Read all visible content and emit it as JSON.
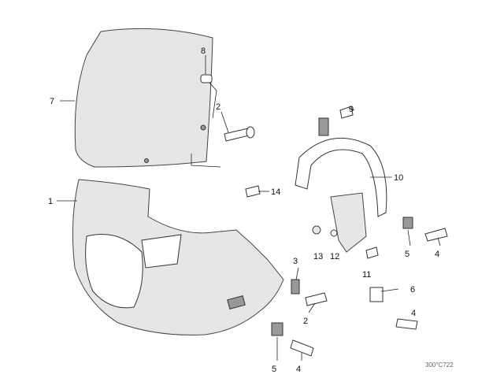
{
  "diagram_ref": "300°C722",
  "callouts": [
    {
      "id": "label-7",
      "text": "7"
    },
    {
      "id": "label-8",
      "text": "8"
    },
    {
      "id": "label-2a",
      "text": "2"
    },
    {
      "id": "label-9",
      "text": "9"
    },
    {
      "id": "label-10",
      "text": "10"
    },
    {
      "id": "label-1",
      "text": "1"
    },
    {
      "id": "label-14",
      "text": "14"
    },
    {
      "id": "label-13",
      "text": "13"
    },
    {
      "id": "label-12",
      "text": "12"
    },
    {
      "id": "label-5a",
      "text": "5"
    },
    {
      "id": "label-4a",
      "text": "4"
    },
    {
      "id": "label-3",
      "text": "3"
    },
    {
      "id": "label-11",
      "text": "11"
    },
    {
      "id": "label-6",
      "text": "6"
    },
    {
      "id": "label-4b",
      "text": "4"
    },
    {
      "id": "label-2b",
      "text": "2"
    },
    {
      "id": "label-5b",
      "text": "5"
    },
    {
      "id": "label-4c",
      "text": "4"
    }
  ]
}
